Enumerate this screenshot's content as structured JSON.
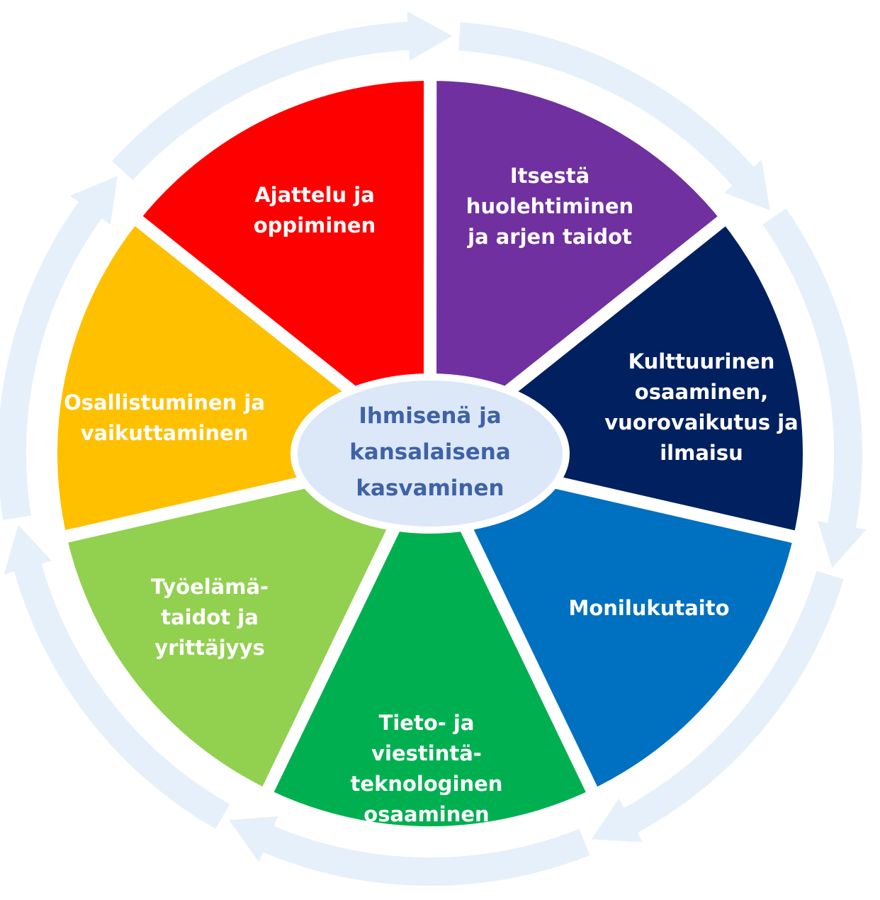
{
  "center": {
    "lines": [
      "Ihmisenä ja",
      "kansalaisena",
      "kasvaminen"
    ],
    "color": "#3f62a6",
    "fill": "#dce8f8"
  },
  "ring_color": "#e6f0fa",
  "segments": [
    {
      "name": "ajattelu-ja-oppiminen",
      "color": "#ff0000",
      "lines": [
        "Ajattelu ja",
        "oppiminen"
      ]
    },
    {
      "name": "itsesta-huolehtiminen",
      "color": "#7030a0",
      "lines": [
        "Itsestä",
        "huolehtiminen",
        "ja arjen taidot"
      ]
    },
    {
      "name": "kulttuurinen-osaaminen",
      "color": "#002060",
      "lines": [
        "Kulttuurinen",
        "osaaminen,",
        "vuorovaikutus ja",
        "ilmaisu"
      ]
    },
    {
      "name": "monilukutaito",
      "color": "#0070c0",
      "lines": [
        "Monilukutaito"
      ]
    },
    {
      "name": "tieto-ja-viestintateknologinen-osaaminen",
      "color": "#00b050",
      "lines": [
        "Tieto- ja",
        "viestintä-",
        "teknologinen",
        "osaaminen"
      ]
    },
    {
      "name": "tyoelamataidot-ja-yrittajyys",
      "color": "#92d050",
      "lines": [
        "Työelämä-",
        "taidot ja",
        "yrittäjyys"
      ]
    },
    {
      "name": "osallistuminen-ja-vaikuttaminen",
      "color": "#ffc000",
      "lines": [
        "Osallistuminen ja",
        "vaikuttaminen"
      ]
    }
  ]
}
